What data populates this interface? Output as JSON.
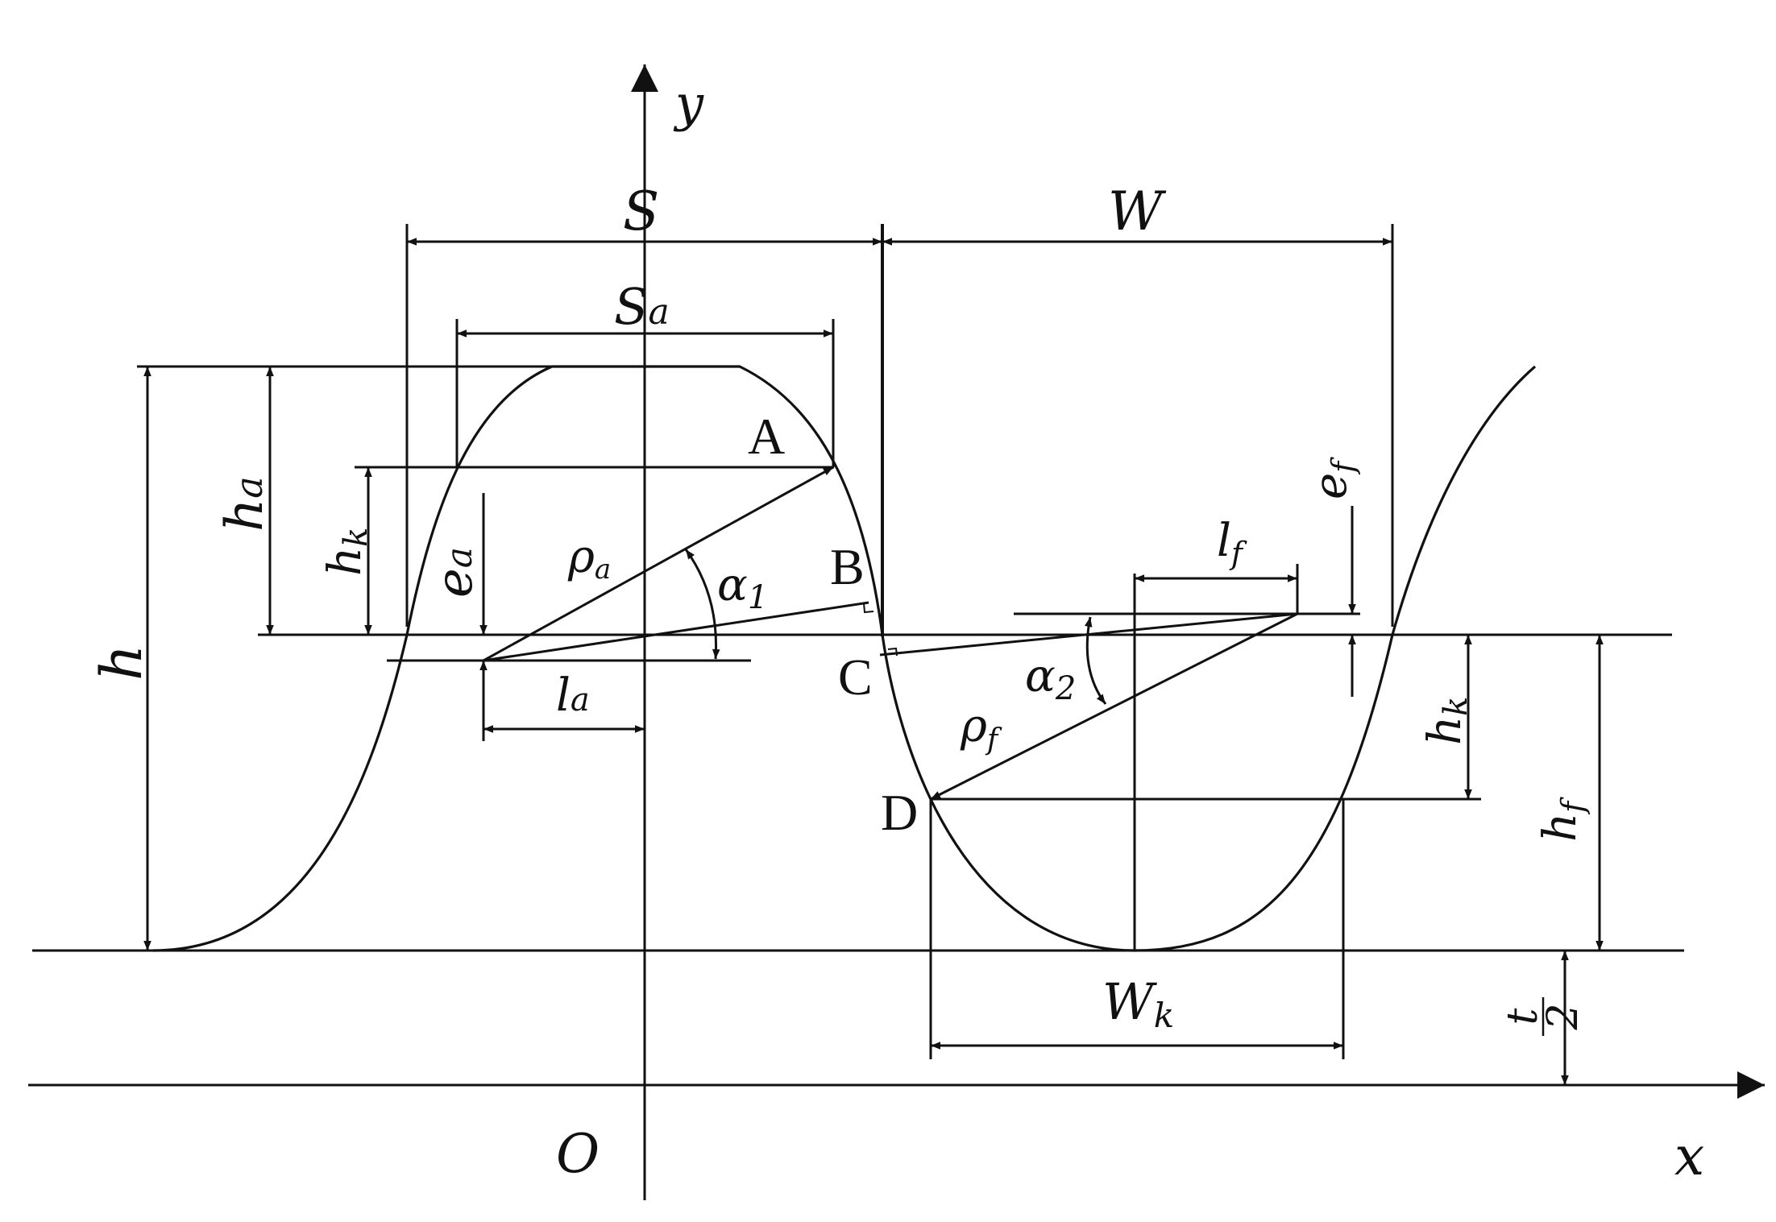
{
  "labels": {
    "y_axis": "y",
    "x_axis": "x",
    "origin": "O",
    "S": "S",
    "W": "W",
    "Sa": "S",
    "Sa_sub": "a",
    "ha": "h",
    "ha_sub": "a",
    "hk_left": "h",
    "hk_left_sub": "k",
    "ea": "e",
    "ea_sub": "a",
    "rho_a": "ρ",
    "rho_a_sub": "a",
    "alpha1": "α",
    "alpha1_sub": "1",
    "la": "l",
    "la_sub": "a",
    "h": "h",
    "lf": "l",
    "lf_sub": "f",
    "ef": "e",
    "ef_sub": "f",
    "alpha2": "α",
    "alpha2_sub": "2",
    "rho_f": "ρ",
    "rho_f_sub": "f",
    "hk_right": "h",
    "hk_right_sub": "k",
    "hf": "h",
    "hf_sub": "f",
    "Wk": "W",
    "Wk_sub": "k",
    "half_t_num": "t",
    "half_t_den": "2"
  },
  "points": {
    "A": "A",
    "B": "B",
    "C": "C",
    "D": "D"
  }
}
